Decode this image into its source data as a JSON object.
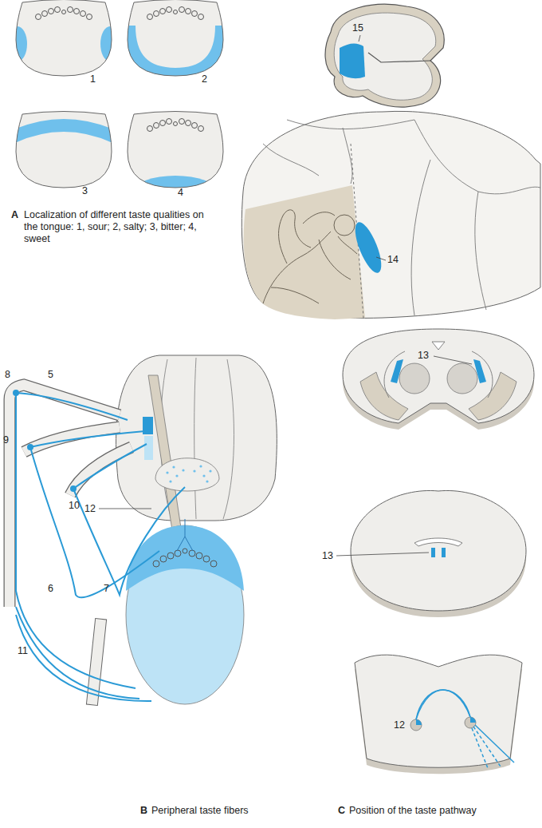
{
  "diagram": {
    "labels": [
      "1",
      "2",
      "3",
      "4",
      "A",
      "Localization of different taste qualities on the tongue: 1, sour; 2, salty; 3, bitter; 4, sweet",
      "15",
      "14",
      "8",
      "5",
      "9",
      "10",
      "12",
      "6",
      "7",
      "13",
      "13",
      "11",
      "12",
      "B",
      "Peripheral taste fibers",
      "C",
      "Position of the taste pathway"
    ]
  }
}
